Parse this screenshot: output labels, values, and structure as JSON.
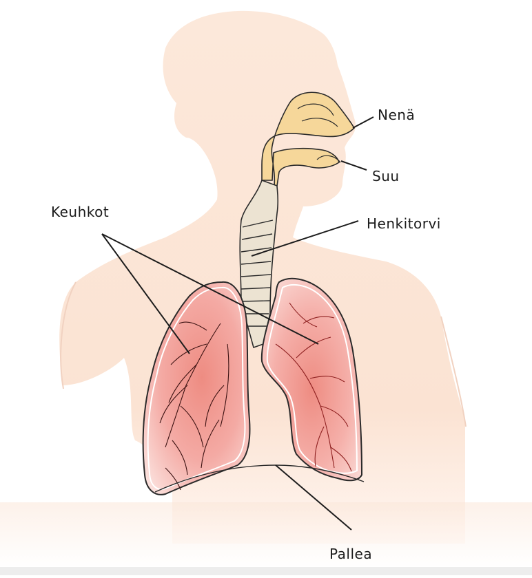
{
  "labels": {
    "nose": "Nenä",
    "mouth": "Suu",
    "trachea": "Henkitorvi",
    "lungs": "Keuhkot",
    "diaphragm": "Pallea"
  },
  "colors": {
    "skin": "#fbe6d8",
    "nasal_cavity": "#f6d79a",
    "lung_fill": "#f3a6a2",
    "lung_core": "#ec8479",
    "vessel": "#8e2020",
    "outline": "#2a2a2a"
  }
}
